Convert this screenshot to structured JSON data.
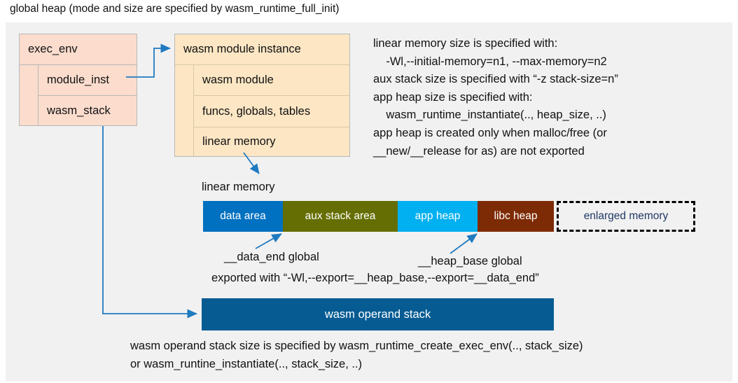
{
  "title": "global heap (mode and size are specified by wasm_runtime_full_init)",
  "exec_env": {
    "header": "exec_env",
    "rows": [
      {
        "label": "module_inst"
      },
      {
        "label": "wasm_stack"
      }
    ]
  },
  "module_instance": {
    "header": "wasm module instance",
    "rows": [
      {
        "label": "wasm module"
      },
      {
        "label": "funcs, globals, tables"
      },
      {
        "label": "linear memory"
      }
    ]
  },
  "notes": "linear memory size is specified with:\n    -Wl,--initial-memory=n1, --max-memory=n2\naux stack size is specified with “-z stack-size=n”\napp heap size is specified with:\n    wasm_runtime_instantiate(.., heap_size, ..)\napp heap is created only when malloc/free (or\n__new/__release for as) are not exported",
  "linear_memory": {
    "label": "linear memory",
    "segments": [
      {
        "label": "data area",
        "color": "#0070c0",
        "width": 114,
        "style": "solid"
      },
      {
        "label": "aux stack area",
        "color": "#656e02",
        "width": 164,
        "style": "solid"
      },
      {
        "label": "app heap",
        "color": "#00b0f0",
        "width": 114,
        "style": "solid"
      },
      {
        "label": "libc heap",
        "color": "#7d2b05",
        "width": 109,
        "style": "solid"
      },
      {
        "label": "enlarged memory",
        "color": "#f1f1f1",
        "width": 198,
        "style": "dashed"
      }
    ]
  },
  "annotations": {
    "data_end": "__data_end global",
    "heap_base": "__heap_base global",
    "exported": "exported with “-Wl,--export=__heap_base,--export=__data_end”"
  },
  "operand_stack": {
    "label": "wasm operand stack",
    "color": "#055b92"
  },
  "footer": "wasm operand stack size is specified by wasm_runtime_create_exec_env(.., stack_size)\nor wasm_runtine_instantiate(.., stack_size, ..)",
  "colors": {
    "canvas": "#f1f1f1",
    "exec_env_fill": "#fbdccd",
    "module_instance_fill": "#fce6c4",
    "arrow": "#1f7ac0"
  }
}
